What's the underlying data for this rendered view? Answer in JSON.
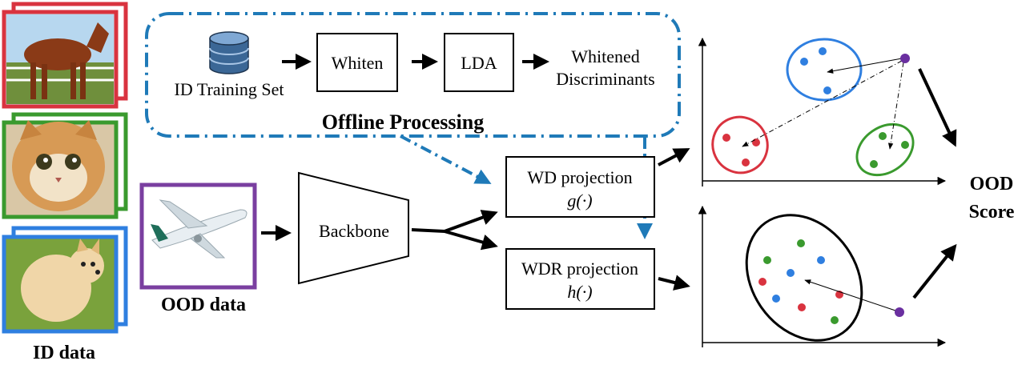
{
  "labels": {
    "id_training_set": "ID Training Set",
    "whiten": "Whiten",
    "lda": "LDA",
    "whitened_line1": "Whitened",
    "whitened_line2": "Discriminants",
    "offline_processing": "Offline Processing",
    "ood_data": "OOD data",
    "id_data": "ID data",
    "backbone": "Backbone",
    "wd_projection": "WD projection",
    "wd_function": "g(·)",
    "wdr_projection": "WDR projection",
    "wdr_function": "h(·)",
    "ood_line1": "OOD",
    "ood_line2": "Score"
  },
  "icons": {
    "database": "database-icon",
    "horse": "horse-photo",
    "cat": "cat-photo",
    "dog": "dog-photo",
    "airplane": "airplane-photo"
  },
  "colors": {
    "id_red": "#d9333f",
    "id_green": "#3a9a2e",
    "id_blue": "#2f7fe0",
    "ood_purple": "#7a3fa0",
    "offline_border": "#1f7ab8",
    "point_purple": "#6a2fa0"
  }
}
